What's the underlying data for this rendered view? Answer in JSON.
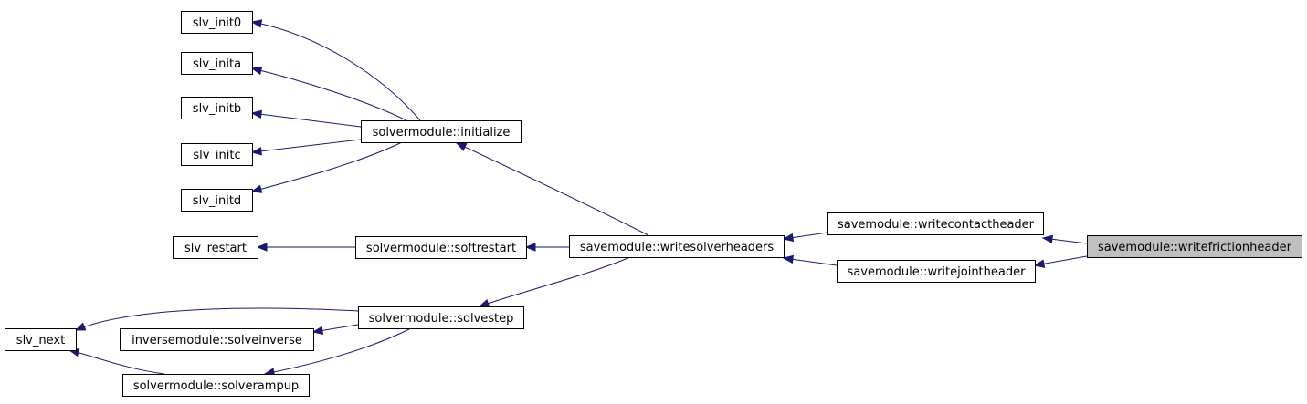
{
  "diagram": {
    "nodes": [
      {
        "id": "n_init0",
        "label": "slv_init0"
      },
      {
        "id": "n_inita",
        "label": "slv_inita"
      },
      {
        "id": "n_initb",
        "label": "slv_initb"
      },
      {
        "id": "n_initc",
        "label": "slv_initc"
      },
      {
        "id": "n_initd",
        "label": "slv_initd"
      },
      {
        "id": "n_restart",
        "label": "slv_restart"
      },
      {
        "id": "n_next",
        "label": "slv_next"
      },
      {
        "id": "n_solveinverse",
        "label": "inversemodule::solveinverse"
      },
      {
        "id": "n_solverampup",
        "label": "solvermodule::solverampup"
      },
      {
        "id": "n_initialize",
        "label": "solvermodule::initialize"
      },
      {
        "id": "n_softrestart",
        "label": "solvermodule::softrestart"
      },
      {
        "id": "n_solvestep",
        "label": "solvermodule::solvestep"
      },
      {
        "id": "n_writesolverheaders",
        "label": "savemodule::writesolverheaders"
      },
      {
        "id": "n_writecontactheader",
        "label": "savemodule::writecontactheader"
      },
      {
        "id": "n_writejointheader",
        "label": "savemodule::writejointheader"
      },
      {
        "id": "n_writefrictionheader",
        "label": "savemodule::writefrictionheader",
        "highlight": true
      }
    ],
    "edges": [
      {
        "from": "n_writefrictionheader",
        "to": "n_writecontactheader"
      },
      {
        "from": "n_writefrictionheader",
        "to": "n_writejointheader"
      },
      {
        "from": "n_writecontactheader",
        "to": "n_writesolverheaders"
      },
      {
        "from": "n_writejointheader",
        "to": "n_writesolverheaders"
      },
      {
        "from": "n_writesolverheaders",
        "to": "n_initialize"
      },
      {
        "from": "n_writesolverheaders",
        "to": "n_softrestart"
      },
      {
        "from": "n_writesolverheaders",
        "to": "n_solvestep"
      },
      {
        "from": "n_initialize",
        "to": "n_init0"
      },
      {
        "from": "n_initialize",
        "to": "n_inita"
      },
      {
        "from": "n_initialize",
        "to": "n_initb"
      },
      {
        "from": "n_initialize",
        "to": "n_initc"
      },
      {
        "from": "n_initialize",
        "to": "n_initd"
      },
      {
        "from": "n_softrestart",
        "to": "n_restart"
      },
      {
        "from": "n_solvestep",
        "to": "n_next"
      },
      {
        "from": "n_solvestep",
        "to": "n_solveinverse"
      },
      {
        "from": "n_solvestep",
        "to": "n_solverampup"
      },
      {
        "from": "n_solverampup",
        "to": "n_next"
      }
    ],
    "colors": {
      "edge": "#191970",
      "node_border": "#000000",
      "node_fill": "#ffffff",
      "highlight_fill": "#bfbfbf"
    }
  }
}
